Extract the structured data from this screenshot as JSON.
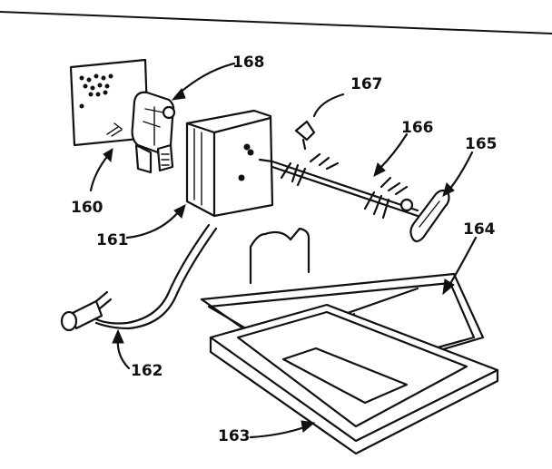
{
  "parts": [
    {
      "id": "160",
      "label": "160"
    },
    {
      "id": "161",
      "label": "161"
    },
    {
      "id": "162",
      "label": "162"
    },
    {
      "id": "163",
      "label": "163"
    },
    {
      "id": "164",
      "label": "164"
    },
    {
      "id": "165",
      "label": "165"
    },
    {
      "id": "166",
      "label": "166"
    },
    {
      "id": "167",
      "label": "167"
    },
    {
      "id": "168",
      "label": "168"
    }
  ]
}
